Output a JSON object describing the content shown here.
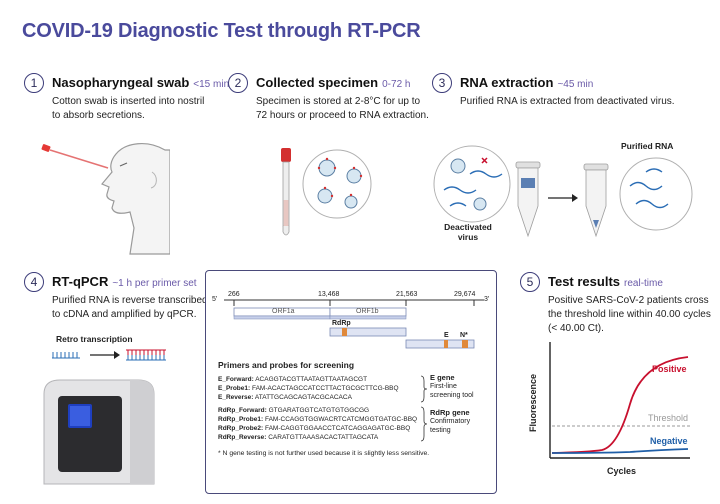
{
  "title": "COVID-19 Diagnostic Test through RT-PCR",
  "steps": [
    {
      "num": "1",
      "heading": "Nasopharyngeal swab",
      "time": "<15 min",
      "desc_line1": "Cotton swab is inserted into nostril",
      "desc_line2": "to absorb secretions."
    },
    {
      "num": "2",
      "heading": "Collected specimen",
      "time": "0-72 h",
      "desc_line1": "Specimen is stored at 2-8°C for up to",
      "desc_line2": "72 hours or proceed to RNA extraction."
    },
    {
      "num": "3",
      "heading": "RNA extraction",
      "time": "~45 min",
      "desc_line1": "Purified RNA is extracted from deactivated virus.",
      "desc_line2": ""
    },
    {
      "num": "4",
      "heading": "RT-qPCR",
      "time": "~1 h per primer set",
      "desc_line1": "Purified RNA is reverse transcribed",
      "desc_line2": "to cDNA and amplified by qPCR."
    },
    {
      "num": "5",
      "heading": "Test results",
      "time": "real-time",
      "desc_line1": "Positive SARS-CoV-2 patients cross",
      "desc_line2": "the threshold line within 40.00 cycles",
      "desc_line3": "(< 40.00 Ct)."
    }
  ],
  "labels": {
    "purified_rna": "Purified RNA",
    "deactivated_line1": "Deactivated",
    "deactivated_line2": "virus",
    "retro": "Retro transcription"
  },
  "genome": {
    "five_prime": "5'",
    "three_prime": "3'",
    "positions": [
      "266",
      "13,468",
      "21,563",
      "29,674"
    ],
    "orf1a": "ORF1a",
    "orf1b": "ORF1b",
    "rdrp": "RdRp",
    "e": "E",
    "n": "N*"
  },
  "primers": {
    "heading": "Primers and probes for screening",
    "e_rows": [
      {
        "name": "E_Forward:",
        "seq": "ACAGGTACGTTAATAGTTAATAGCGT"
      },
      {
        "name": "E_Probe1:",
        "seq": "FAM-ACACTAGCCATCCTTACTGCGCTTCG-BBQ"
      },
      {
        "name": "E_Reverse:",
        "seq": "ATATTGCAGCAGTACGCACACA"
      }
    ],
    "e_gene": {
      "label": "E gene",
      "desc1": "First-line",
      "desc2": "screening tool"
    },
    "rdrp_rows": [
      {
        "name": "RdRp_Forward:",
        "seq": "GTGARATGGTCATGTGTGGCGG"
      },
      {
        "name": "RdRp_Probe1:",
        "seq": "FAM-CCAGGTGGWACRTCATCMGGTGATGC-BBQ"
      },
      {
        "name": "RdRp_Probe2:",
        "seq": "FAM-CAGGTGGAACCTCATCAGGAGATGC-BBQ"
      },
      {
        "name": "RdRp_Reverse:",
        "seq": "CARATGTTAAASACACTATTAGCATA"
      }
    ],
    "rdrp_gene": {
      "label": "RdRp gene",
      "desc1": "Confirmatory",
      "desc2": "testing"
    },
    "footnote": "* N gene testing is not further used because it is slightly less sensitive."
  },
  "chart": {
    "ylabel": "Fluorescence",
    "xlabel": "Cycles",
    "positive": "Positive",
    "threshold": "Threshold",
    "negative": "Negative",
    "colors": {
      "positive": "#c8102e",
      "threshold": "#999999",
      "negative": "#1f5fa8",
      "title": "#4a4a9c",
      "time": "#6a5aa8"
    }
  }
}
